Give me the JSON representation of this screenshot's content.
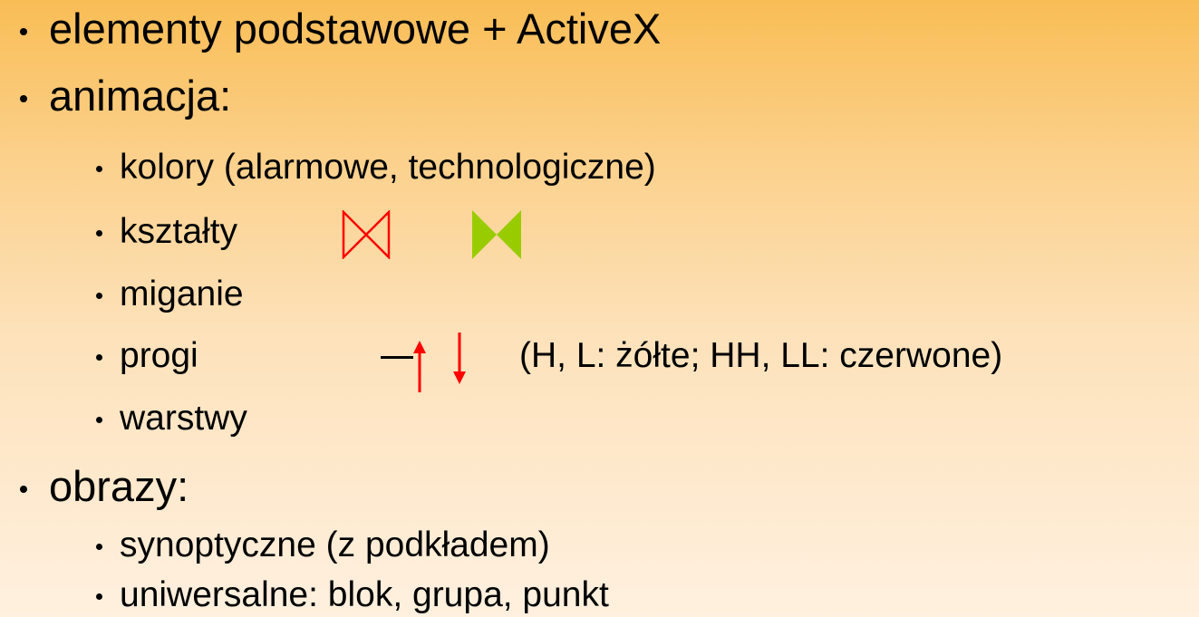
{
  "slide": {
    "items": [
      {
        "label": "elementy podstawowe + ActiveX"
      },
      {
        "label": "animacja:",
        "sub": [
          {
            "label": "kolory (alarmowe, technologiczne)"
          },
          {
            "label": "kształty"
          },
          {
            "label": "miganie"
          },
          {
            "label": "progi"
          },
          {
            "label": "warstwy"
          }
        ]
      },
      {
        "label": "obrazy:",
        "sub": [
          {
            "label": "synoptyczne (z podkładem)"
          },
          {
            "label": "uniwersalne: blok, grupa, punkt"
          }
        ]
      }
    ],
    "thresholds_note": "(H, L: żółte; HH, LL: czerwone)"
  },
  "icons": {
    "valve_outline": "valve-outline-icon",
    "valve_filled": "valve-filled-icon",
    "threshold_dash": "threshold-dash-icon",
    "arrow_up": "arrow-up-icon",
    "arrow_down": "arrow-down-icon"
  },
  "colors": {
    "background_top": "#f9bd55",
    "background_bottom": "#fff0df",
    "text": "#000000",
    "alarm_red": "#ff0000",
    "valve_green": "#99cc00"
  }
}
